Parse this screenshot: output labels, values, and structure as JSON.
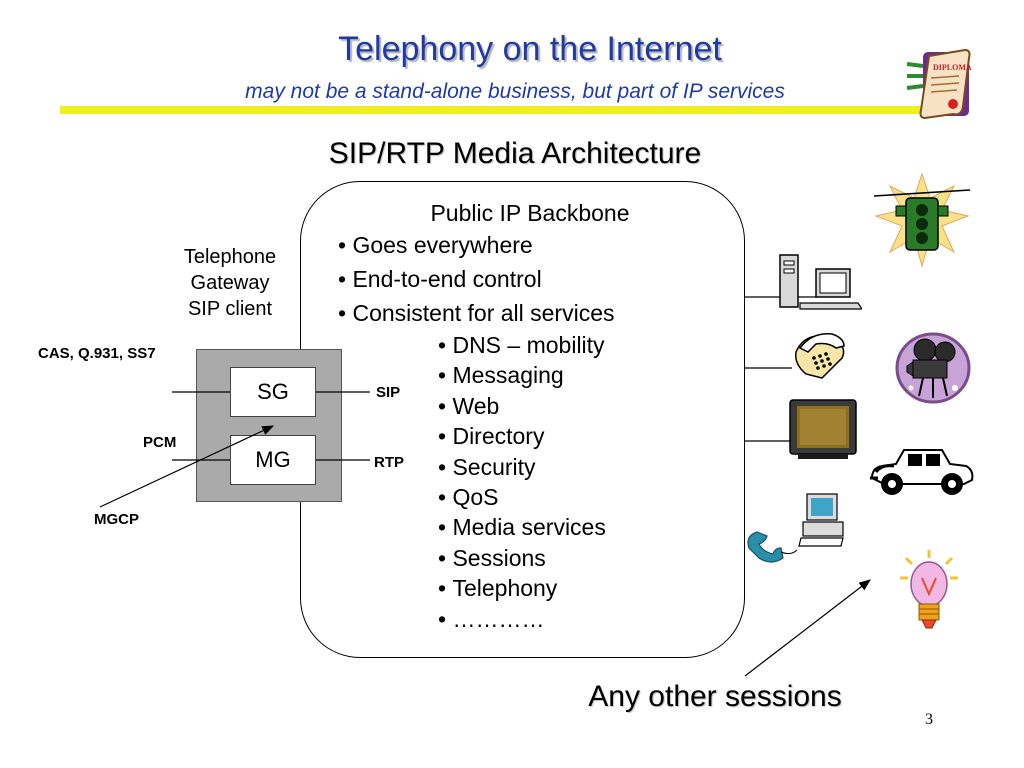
{
  "slide": {
    "title": "Telephony on the Internet",
    "subtitle": "may not be a stand-alone business, but part of IP services",
    "section_title": "SIP/RTP Media Architecture",
    "page_number": "3",
    "bottom_label": "Any other sessions"
  },
  "backbone": {
    "title": "Public IP Backbone",
    "bullets": [
      "Goes everywhere",
      "End-to-end control",
      "Consistent for all services"
    ],
    "services": [
      "DNS – mobility",
      "Messaging",
      "Web",
      "Directory",
      "Security",
      "QoS",
      "Media services",
      "Sessions",
      "Telephony",
      "…………"
    ]
  },
  "gateway": {
    "caption": [
      "Telephone",
      "Gateway",
      "SIP client"
    ],
    "sg_label": "SG",
    "mg_label": "MG",
    "signaling_label": "CAS, Q.931, SS7",
    "pcm_label": "PCM",
    "mgcp_label": "MGCP",
    "sip_label": "SIP",
    "rtp_label": "RTP"
  },
  "colors": {
    "title_blue": "#1f3aa6",
    "rule_yellow": "#f0ef1f",
    "gateway_gray": "#aaaaaa"
  },
  "icons": [
    "diploma-icon",
    "traffic-light-icon",
    "film-camera-icon",
    "car-icon",
    "light-bulb-icon",
    "desktop-computer-icon",
    "telephone-icon",
    "tv-monitor-icon",
    "pc-with-handset-icon"
  ]
}
